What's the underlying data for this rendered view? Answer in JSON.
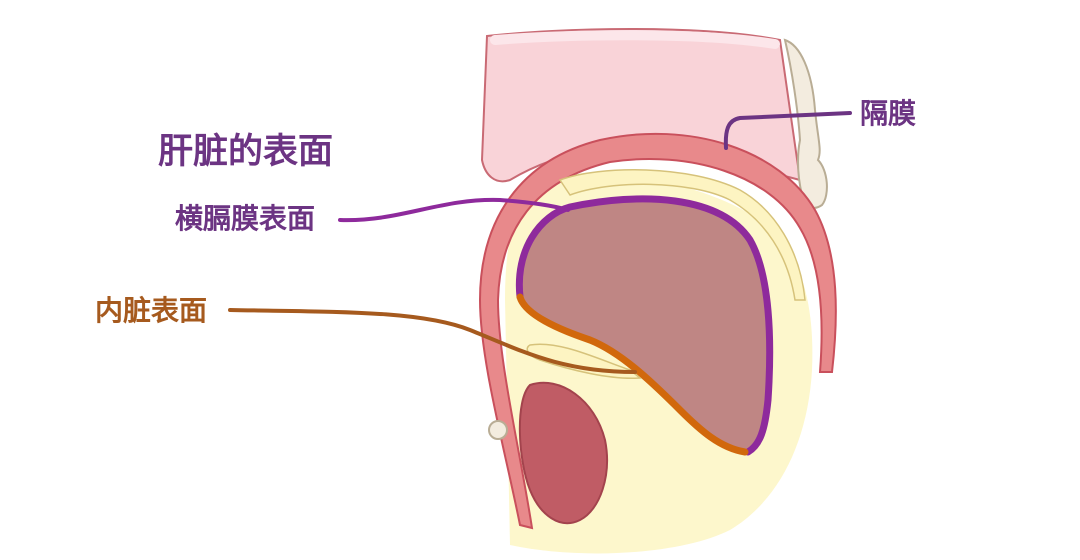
{
  "title": "肝脏的表面",
  "labels": {
    "diaphragm": "隔膜",
    "diaphragmatic_surface": "横膈膜表面",
    "visceral_surface": "内脏表面"
  },
  "colors": {
    "title": "#6c3483",
    "diaphragm_label": "#6c3483",
    "diaphragmatic_surface": "#8e2a9c",
    "visceral_surface": "#d1680c",
    "visceral_label": "#a65a1e",
    "liver": "#bf8684",
    "diaphragm_muscle": "#e8898b",
    "fat": "#fcf6c7",
    "lung": "#f9d2d7",
    "kidney": "#c05c65"
  }
}
